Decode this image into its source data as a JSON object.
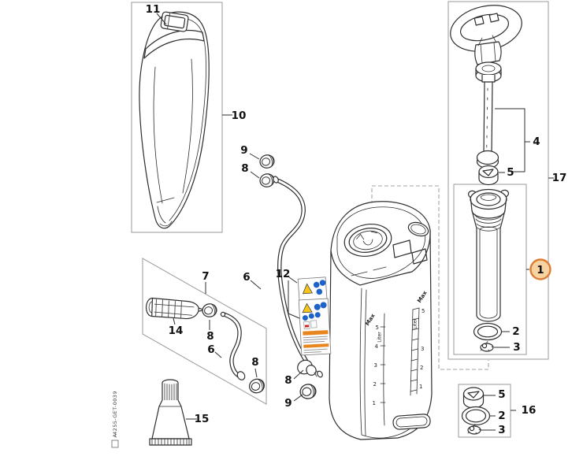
{
  "diagram_title": "sprayer-exploded-parts-diagram",
  "colors": {
    "line": "#2e2e2e",
    "group_box": "#a3a3a3",
    "callout_fill": "#f8d3a2",
    "callout_stroke": "#dd7d33",
    "warning_yellow": "#f6c51c",
    "pictogram_blue": "#1e63c8",
    "label_bar_orange": "#e8861d",
    "pictogram_red": "#cc2a2a"
  },
  "callouts": {
    "c1": "1",
    "c2": "2",
    "c3": "3",
    "c4": "4",
    "c5": "5",
    "c6": "6",
    "c7": "7",
    "c8": "8",
    "c9": "9",
    "c10": "10",
    "c11": "11",
    "c12": "12",
    "c14": "14",
    "c15": "15",
    "c16": "16",
    "c17": "17"
  },
  "tank": {
    "scale_left": {
      "max_label": "Max",
      "unit_label": "Liter",
      "marks": [
        "5",
        "4",
        "3",
        "2",
        "1"
      ]
    },
    "scale_right": {
      "max_label": "Max",
      "unit_label": "Liter",
      "marks": [
        "5",
        "3",
        "2",
        "1"
      ]
    }
  },
  "footer": {
    "doc_code": "4255-GET-0039",
    "revision": "A"
  }
}
